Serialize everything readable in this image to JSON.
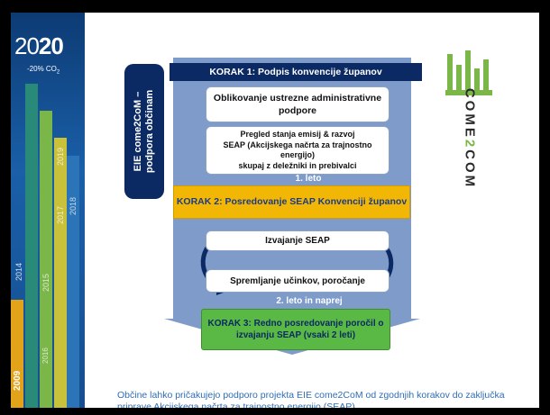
{
  "banner": {
    "year_light": "20",
    "year_bold": "20",
    "co2": "-20% CO",
    "co2_sub": "2",
    "stripe_years": [
      "2009",
      "2014",
      "2016",
      "2015",
      "2017",
      "2018",
      "2019"
    ]
  },
  "logo": {
    "text_left": "COME",
    "text_mid": "2",
    "text_right": "COM"
  },
  "side_label": {
    "line1": "EIE come2CoM –",
    "line2": "podpora občinam"
  },
  "steps": {
    "step1": "KORAK 1: Podpis konvencije županov",
    "box1": "Oblikovanje ustrezne administrativne podpore",
    "box2_lines": [
      "Pregled stanja emisij & razvoj",
      "SEAP (Akcijskega načrta za trajnostno energijo)",
      "skupaj z deležniki in prebivalci"
    ],
    "leto1": "1. leto",
    "step2": "KORAK 2: Posredovanje SEAP Konvenciji županov",
    "box3": "Izvajanje SEAP",
    "box4": "Spremljanje učinkov, poročanje",
    "leto2": "2. leto in naprej",
    "step3": "KORAK 3: Redno posredovanje poročil o izvajanju SEAP (vsaki 2 leti)"
  },
  "footer": "Občine lahko pričakujejo podporo projekta EIE come2CoM od zgodnjih korakov do zaključka priprave Akcijskega načrta za trajnostno energijo (SEAP)",
  "colors": {
    "navy": "#0b2a63",
    "arrow_blue": "#7e9bc9",
    "yellow": "#f2b705",
    "green": "#5ab845",
    "footer_text": "#2f6eb5"
  }
}
